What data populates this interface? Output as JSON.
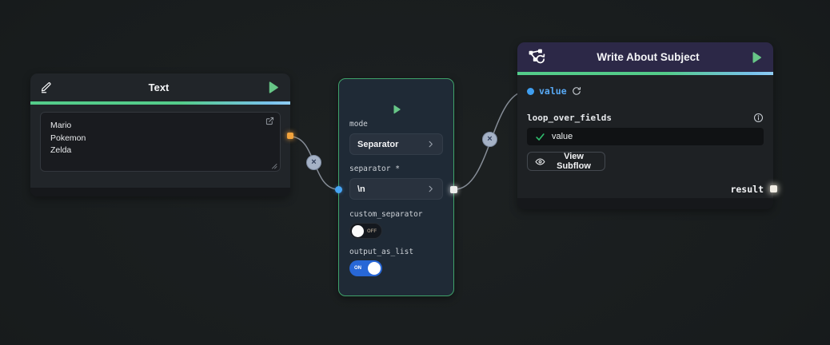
{
  "text_node": {
    "title": "Text",
    "lines": [
      "Mario",
      "Pokemon",
      "Zelda"
    ]
  },
  "split_node": {
    "mode_label": "mode",
    "mode_value": "Separator",
    "separator_label": "separator *",
    "separator_value": "\\n",
    "custom_separator_label": "custom_separator",
    "custom_separator_state": "OFF",
    "output_as_list_label": "output_as_list",
    "output_as_list_state": "ON"
  },
  "write_node": {
    "title": "Write About Subject",
    "input_label": "value",
    "loop_label": "loop_over_fields",
    "selected_field": "value",
    "view_subflow_label": "View Subflow",
    "output_label": "result"
  },
  "edges": {
    "delete_glyph": "×"
  },
  "colors": {
    "canvas_bg": "#181c1d",
    "node_bg": "#212529",
    "split_node_bg": "#1f2a36",
    "split_node_border": "#3fa36b",
    "write_header_bg": "#2c2847",
    "accent_green": "#67c687",
    "gradient_start": "#54cc8a",
    "gradient_end": "#8fcdf2",
    "value_blue": "#58a9f4",
    "handle_orange": "#f2a33c",
    "handle_blue": "#46a4f4",
    "toggle_on_blue": "#2867d6",
    "check_green": "#2fbe6e"
  }
}
